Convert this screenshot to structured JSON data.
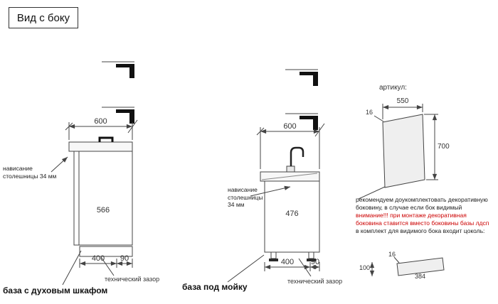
{
  "title": "Вид с боку",
  "oven_base": {
    "caption": "база с духовым шкафом",
    "dim_top_width": "600",
    "dim_front_height": "566",
    "dim_bottom_depth": "400",
    "dim_back_gap": "90",
    "overhang_line1": "нависание",
    "overhang_line2": "столешницы 34 мм",
    "gap_label": "технический зазор"
  },
  "sink_base": {
    "caption": "база под мойку",
    "dim_top_width": "600",
    "dim_front_height": "476",
    "dim_bottom_depth": "400",
    "dim_back_gap": "90",
    "overhang_line1": "нависание",
    "overhang_line2": "столешницы",
    "overhang_line3": "34 мм",
    "gap_label": "технический зазор"
  },
  "side_panel": {
    "articul_label": "артикул:",
    "dim_width": "550",
    "dim_thickness": "16",
    "dim_height": "700",
    "note_line1": "рекомендуем доукомплектовать декоративную",
    "note_line2": "боковину, в случае если бок видимый",
    "note_line3": "внимание!!! при монтаже декоративная",
    "note_line4": "боковина ставится вместо боковины базы лдсп",
    "note_line5": "в комплект для видимого бока входит цоколь:",
    "plinth_dim_height": "100",
    "plinth_dim_thickness": "16",
    "plinth_dim_length": "384"
  },
  "colors": {
    "warning_text": "#cc0000",
    "line": "#444444"
  }
}
